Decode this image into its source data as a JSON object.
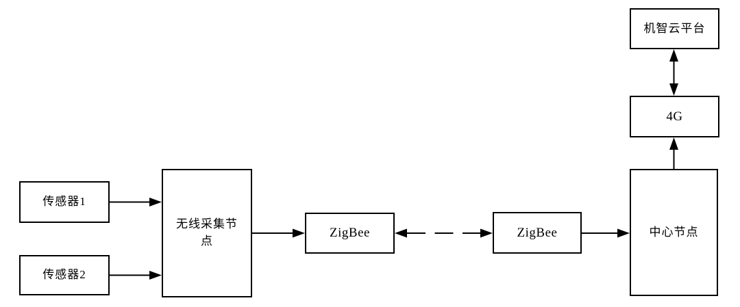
{
  "diagram": {
    "type": "block-diagram",
    "description": "Wireless sensor acquisition network architecture flow diagram",
    "colors": {
      "background": "#ffffff",
      "box_border": "#000000",
      "line": "#000000",
      "text": "#000000"
    },
    "nodes": {
      "sensor1": {
        "label": "传感器1"
      },
      "sensor2": {
        "label": "传感器2"
      },
      "collector": {
        "label": "无线采集节点"
      },
      "zigbee1": {
        "label": "ZigBee"
      },
      "zigbee2": {
        "label": "ZigBee"
      },
      "central": {
        "label": "中心节点"
      },
      "g4": {
        "label": "4G"
      },
      "cloud": {
        "label": "机智云平台"
      }
    },
    "edges": [
      {
        "from": "sensor1",
        "to": "collector",
        "style": "solid",
        "arrows": "end"
      },
      {
        "from": "sensor2",
        "to": "collector",
        "style": "solid",
        "arrows": "end"
      },
      {
        "from": "collector",
        "to": "zigbee1",
        "style": "solid",
        "arrows": "end"
      },
      {
        "from": "zigbee1",
        "to": "zigbee2",
        "style": "dashed",
        "arrows": "both"
      },
      {
        "from": "zigbee2",
        "to": "central",
        "style": "solid",
        "arrows": "end"
      },
      {
        "from": "central",
        "to": "g4",
        "style": "solid",
        "arrows": "end"
      },
      {
        "from": "g4",
        "to": "cloud",
        "style": "solid",
        "arrows": "both"
      }
    ]
  }
}
